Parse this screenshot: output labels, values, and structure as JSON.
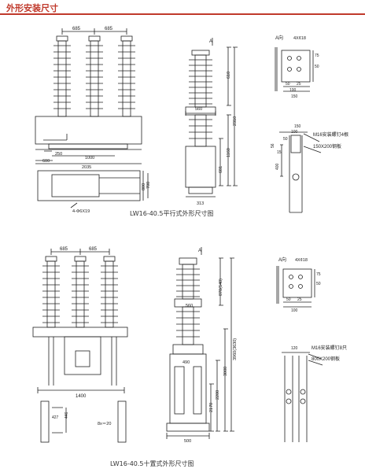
{
  "header": {
    "title": "外形安装尺寸"
  },
  "top_figure": {
    "caption": "LW16-40.5平行式外形尺寸图",
    "dims": {
      "pole_spacing_1": "685",
      "pole_spacing_2": "685",
      "dim_250": "250",
      "dim_1000": "1000",
      "dim_600": "600",
      "dim_2035": "2035",
      "dim_800": "800",
      "dim_700": "700",
      "slot_label": "4-Φ6X19",
      "side_610": "610",
      "side_2310": "2310",
      "side_1160": "1160",
      "side_681": "681",
      "side_560": "560",
      "side_313": "313",
      "section_a": "A"
    },
    "detail_a": {
      "title": "A向",
      "holes": "4X¢18",
      "dim_75": "75",
      "dim_50": "50",
      "dim_100a": "100",
      "dim_100b": "100",
      "dim_25": "25",
      "dim_150": "150",
      "dim_50b": "50",
      "dim_50c": "50"
    },
    "bracket": {
      "dim_150": "150",
      "dim_100": "100",
      "dim_50": "50",
      "dim_56": "56",
      "dim_15": "15",
      "dim_400": "400",
      "bolt_label": "M16安装螺钉4根",
      "plate_label": "150X200钢板"
    }
  },
  "bottom_figure": {
    "caption": "LW16-40.5十置式外形尺寸图",
    "dims": {
      "pole_spacing_1": "685",
      "pole_spacing_2": "685",
      "dim_1400": "1400",
      "dim_427": "427",
      "dim_446": "446",
      "slot_label": "8x＝20",
      "side_870": "870(540)",
      "side_3960": "3960(3630)",
      "side_560": "560",
      "side_3000": "3000",
      "side_2200": "2200",
      "side_2170": "2170",
      "side_490": "490",
      "side_500": "500",
      "section_a": "A"
    },
    "detail_a": {
      "title": "A向",
      "holes": "4X¢18",
      "dim_75": "75",
      "dim_50": "50",
      "dim_100a": "100",
      "dim_100b": "100",
      "dim_25": "25",
      "dim_50b": "50",
      "dim_50c": "50"
    },
    "bracket": {
      "dim_120": "120",
      "bolt_label": "M16安装螺钉8只",
      "plate_label": "800X200钢板"
    }
  }
}
